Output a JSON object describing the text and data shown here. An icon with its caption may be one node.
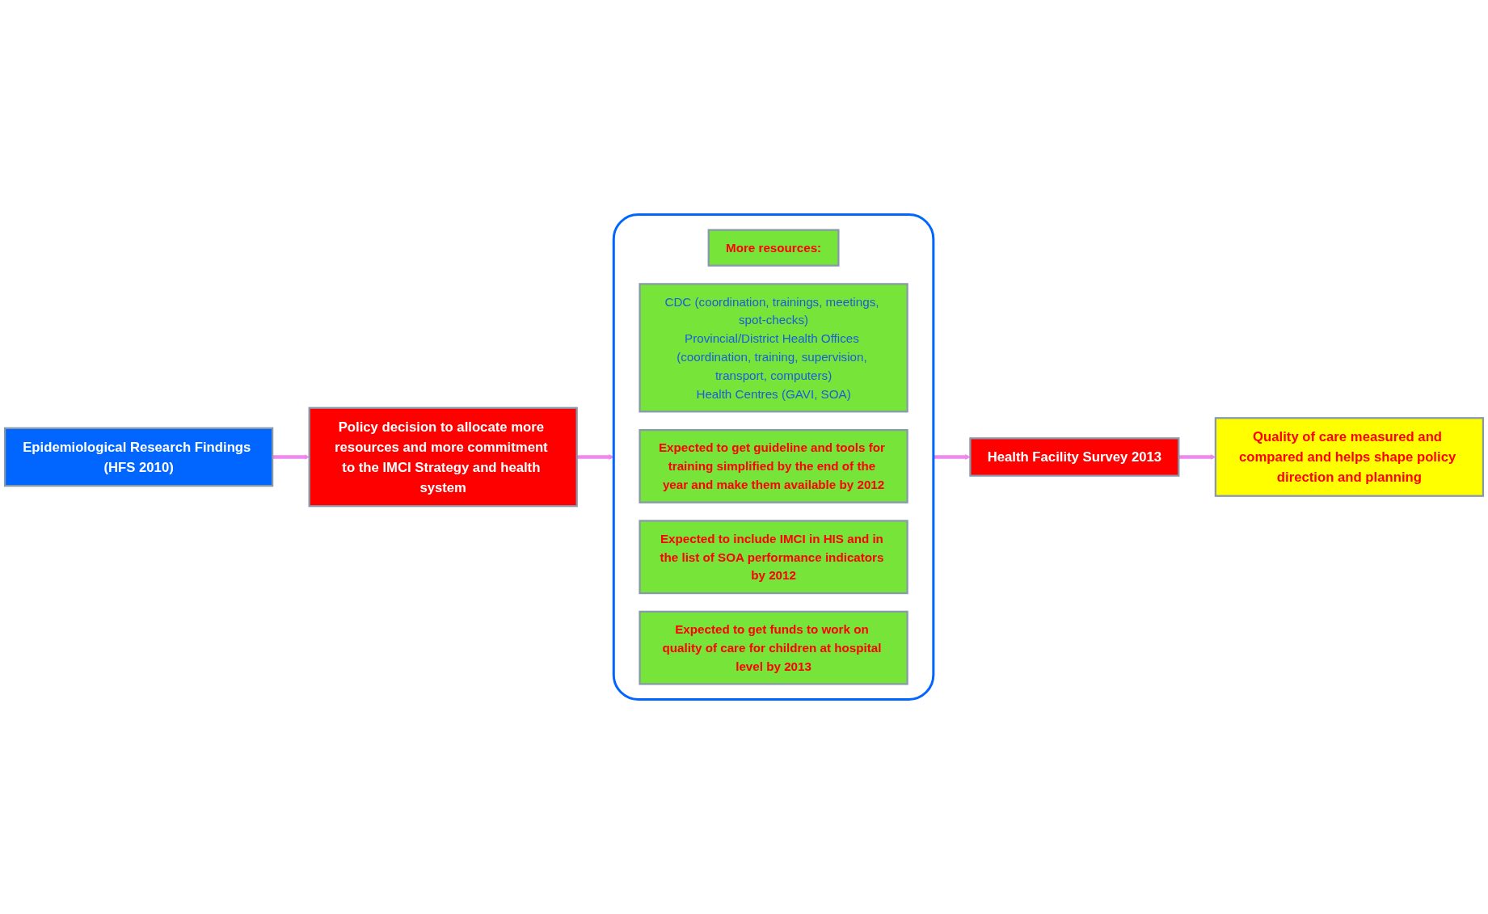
{
  "diagram": {
    "nodes": [
      {
        "text": [
          "Epidemiological Research Findings (HFS 2010)"
        ]
      },
      {
        "text": [
          "Policy decision to allocate more resources and more commitment to the IMCI Strategy and health system"
        ]
      },
      {
        "text": [],
        "shape": "box"
      },
      {
        "text": [
          "More resources:"
        ],
        "in": 2
      },
      {
        "text": [
          "CDC (coordination, trainings, meetings, spot-checks)",
          "Provincial/District Health Offices (coordination, training, supervision, transport, computers)",
          "Health Centres (GAVI, SOA)"
        ],
        "in": 2
      },
      {
        "text": [
          "Expected to get guideline and tools for training simplified by the end of the year and make them available by 2012"
        ],
        "in": 2
      },
      {
        "text": [
          "Expected to include IMCI in HIS and in the list of SOA performance indicators by 2012"
        ],
        "in": 2
      },
      {
        "text": [
          "Expected to get funds to work on quality of care for children at hospital level by 2013"
        ],
        "in": 2
      },
      {
        "text": [
          "Health Facility Survey 2013"
        ]
      },
      {
        "text": [
          "Quality of care measured and compared and helps shape policy direction and planning"
        ]
      }
    ],
    "edges": [
      {
        "from": 0,
        "to": 1,
        "arrow": "to"
      },
      {
        "from": 1,
        "to": 2,
        "arrow": "to"
      },
      {
        "from": 2,
        "to": 8,
        "arrow": "to"
      },
      {
        "from": 8,
        "to": 9,
        "arrow": "to"
      }
    ]
  }
}
